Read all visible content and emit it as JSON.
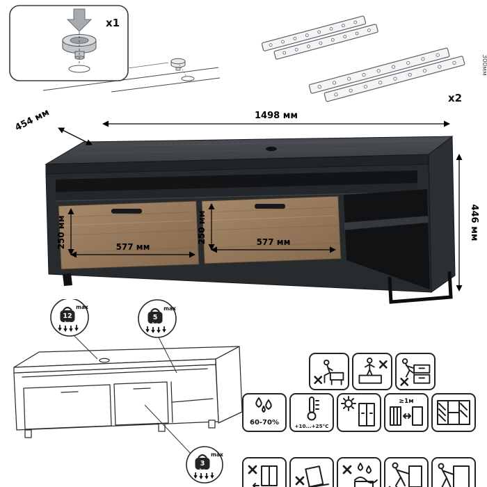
{
  "hardware": {
    "foot_count": "x1",
    "slides_count": "x2",
    "slides_length": "300мм"
  },
  "dimensions": {
    "width": "1498 мм",
    "depth": "454 мм",
    "height": "446 мм",
    "left_drawer_height": "250 мм",
    "right_drawer_height": "250 мм",
    "left_drawer_width": "577 мм",
    "right_drawer_width": "577 мм"
  },
  "load_limits": {
    "top": {
      "value": "12",
      "unit": "kg",
      "label": "max"
    },
    "shelf": {
      "value": "5",
      "unit": "kg",
      "label": "max"
    },
    "drawer": {
      "value": "3",
      "unit": "kg",
      "label": "max"
    }
  },
  "care": {
    "humidity": "60-70%",
    "temperature": "+10...+25°С",
    "min_distance": "≥1м"
  },
  "colors": {
    "frame_dark": "#2b2e31",
    "wood": "#97795a",
    "line": "#111111"
  }
}
